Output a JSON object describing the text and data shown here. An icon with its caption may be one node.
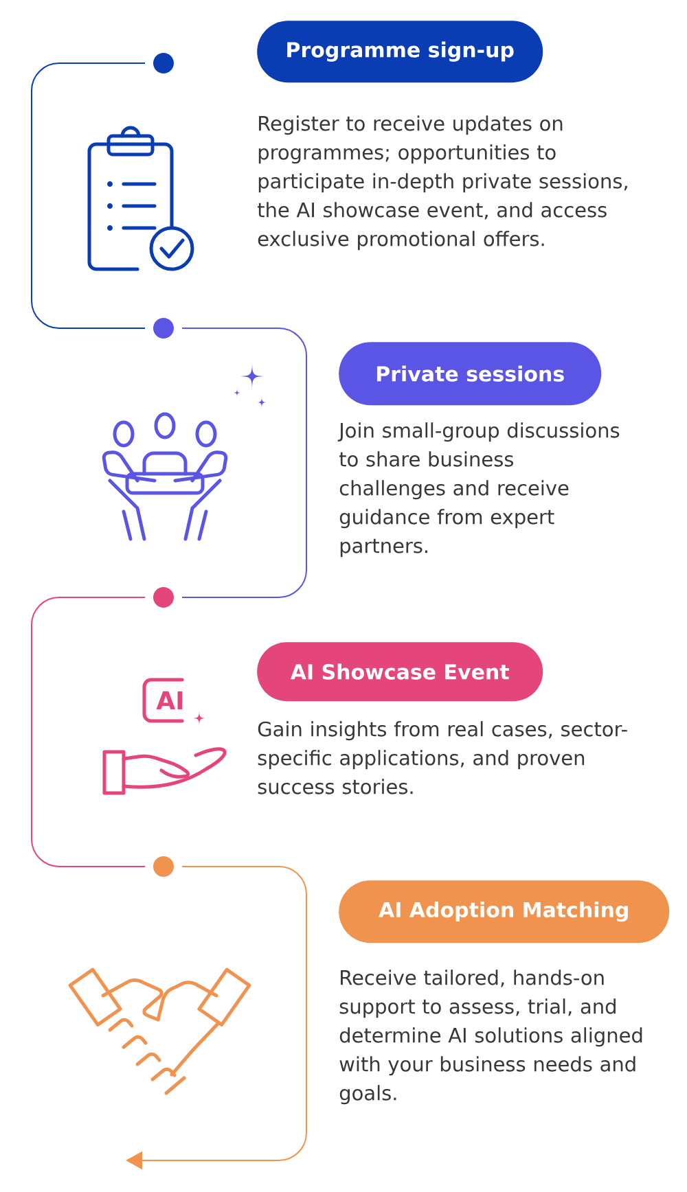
{
  "diagram": {
    "nodes": [
      {
        "text": [],
        "shape": "circle"
      },
      {
        "text": [
          "Programme sign-up"
        ],
        "beside": [
          "Register to receive updates on programmes; opportunities to participate in-depth private sessions, the AI showcase event, and access exclusive promotional offers."
        ]
      },
      {
        "text": [],
        "shape": "circle"
      },
      {
        "text": [
          "Private sessions"
        ],
        "beside": [
          "Join small-group discussions to share business challenges and receive guidance from expert partners."
        ]
      },
      {
        "text": [],
        "shape": "circle"
      },
      {
        "text": [
          "AI Showcase Event"
        ],
        "beside": [
          "Gain insights from real cases, sector-specific applications, and proven success stories."
        ]
      },
      {
        "text": [],
        "shape": "circle"
      },
      {
        "text": [
          "AI Adoption Matching"
        ],
        "beside": [
          "Receive tailored, hands-on support to assess, trial, and determine AI solutions aligned with your business needs and goals."
        ]
      }
    ],
    "edges": [
      {
        "from": 0,
        "to": 2,
        "arrow": "none",
        "color": "#0a3db3"
      },
      {
        "from": 2,
        "to": 4,
        "arrow": "none",
        "color": "#5b55e6"
      },
      {
        "from": 4,
        "to": 6,
        "arrow": "none",
        "color": "#e4457a"
      },
      {
        "from": 6,
        "to": null,
        "arrow": "to",
        "color": "#f0934f"
      }
    ],
    "labels": [
      "AI"
    ]
  }
}
